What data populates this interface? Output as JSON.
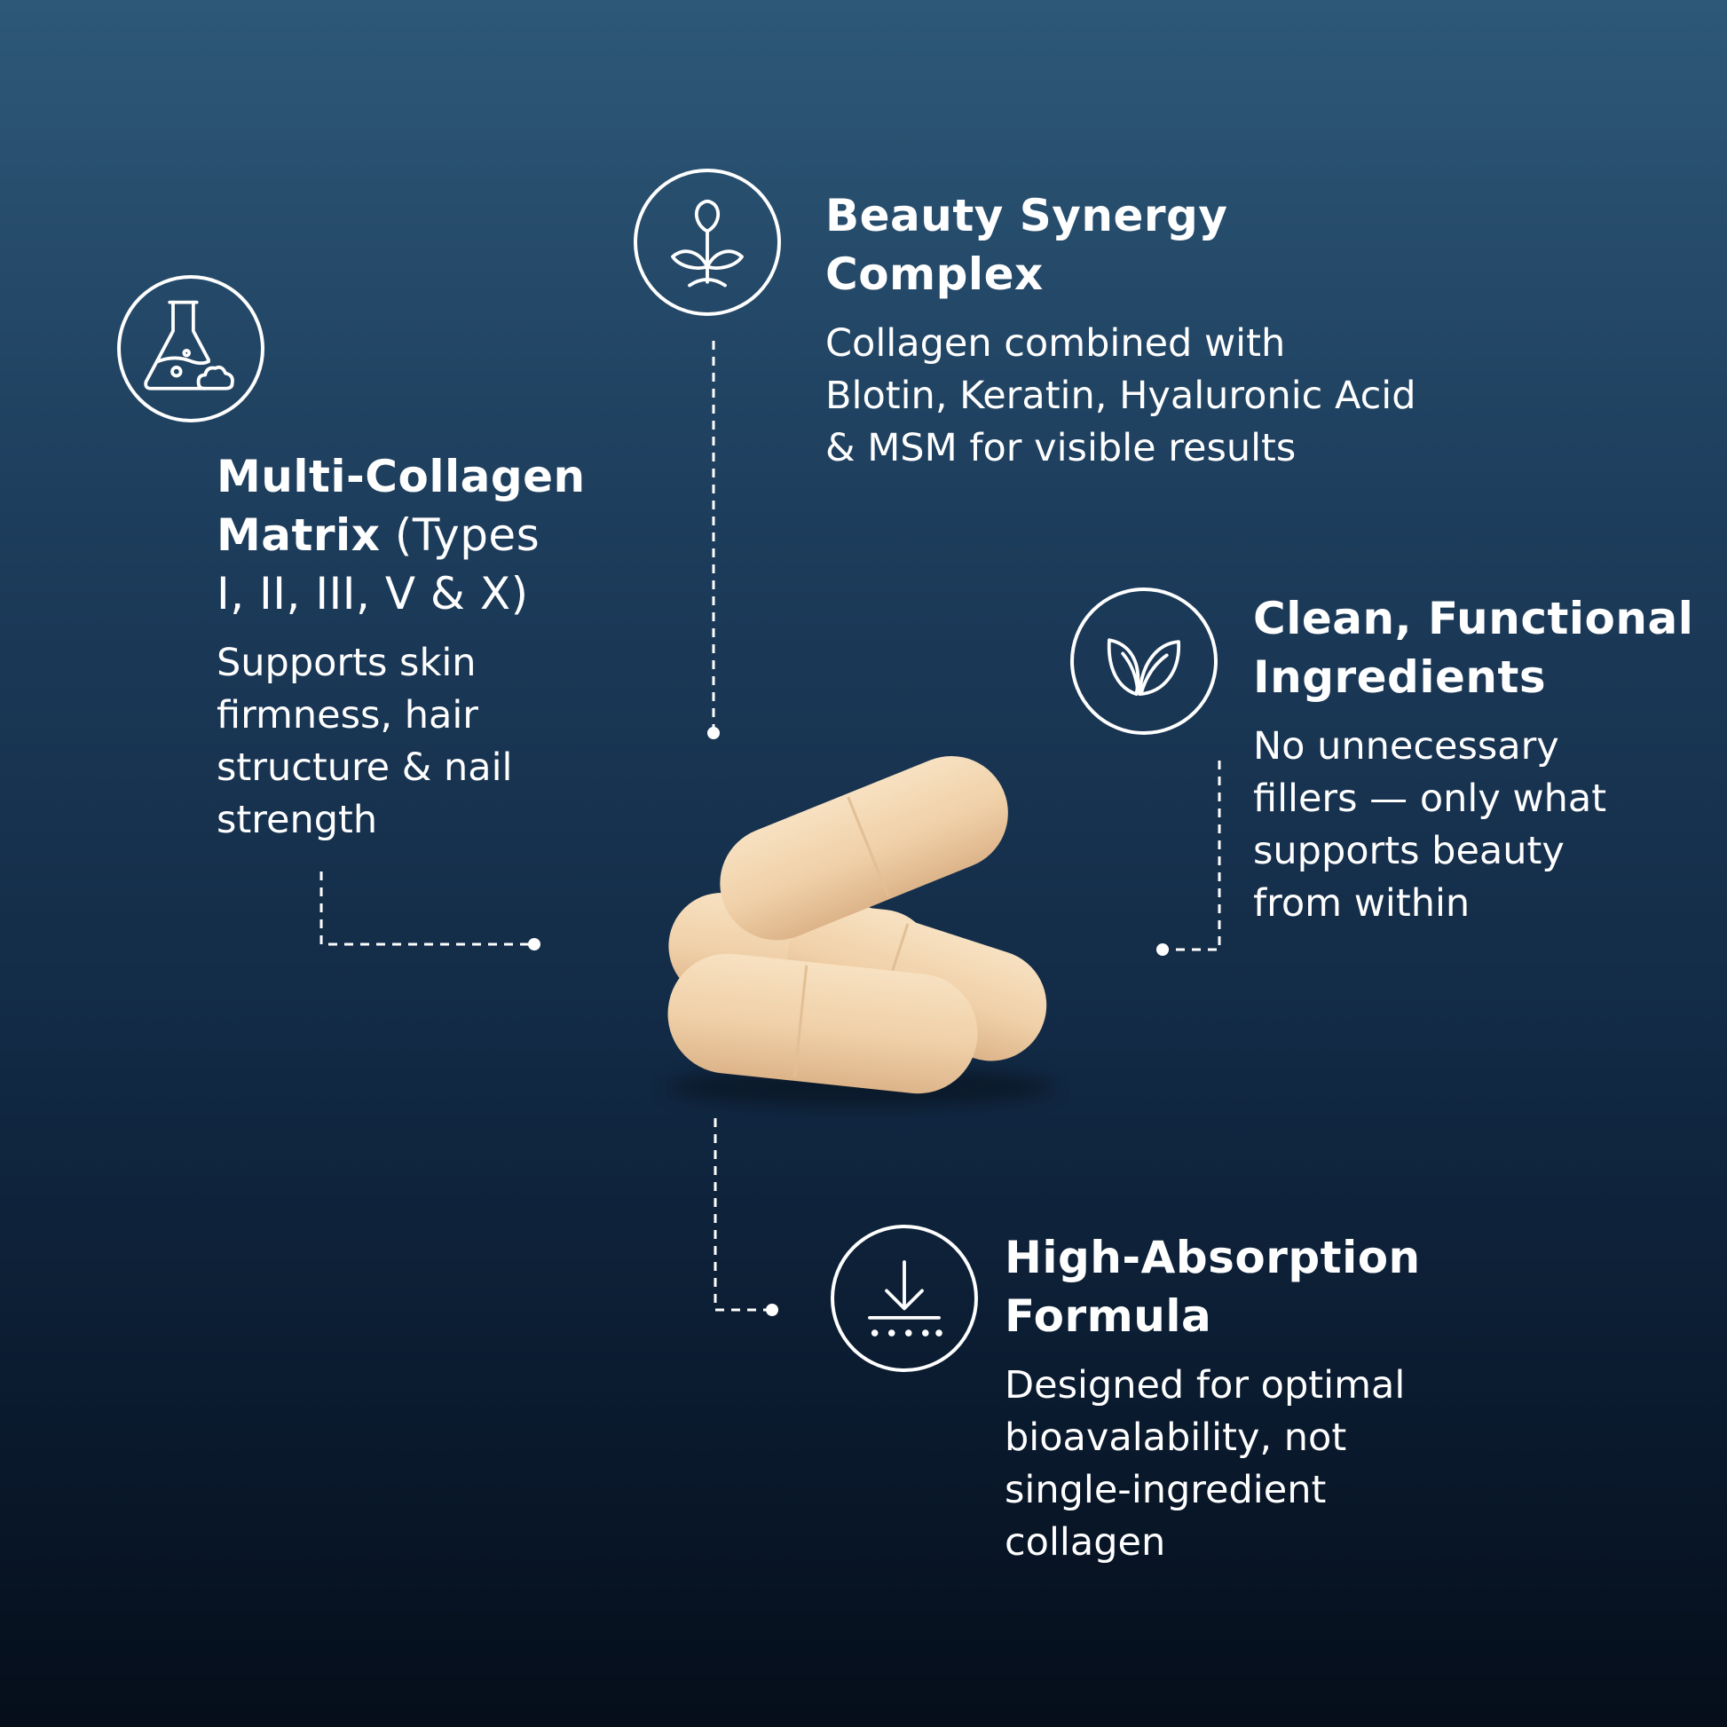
{
  "features": [
    {
      "id": "multi-collagen",
      "icon": "flask-icon",
      "title_bold_1": "Multi-Collagen",
      "title_bold_2": "Matrix",
      "title_light_2": " (Types",
      "title_light_3": "I, II, III, V & X)",
      "desc": [
        "Supports skin",
        "firmness, hair",
        "structure & nail",
        "strength"
      ]
    },
    {
      "id": "beauty-synergy",
      "icon": "sprout-icon",
      "title": [
        "Beauty Synergy",
        "Complex"
      ],
      "desc": [
        "Collagen combined with",
        "Blotin, Keratin, Hyaluronic Acid",
        "& MSM for visible results"
      ]
    },
    {
      "id": "clean-ingredients",
      "icon": "leaves-icon",
      "title": [
        "Clean, Functional",
        "Ingredients"
      ],
      "desc": [
        "No unnecessary",
        "fillers — only what",
        "supports beauty",
        "from within"
      ]
    },
    {
      "id": "high-absorption",
      "icon": "absorption-icon",
      "title": [
        "High-Absorption",
        "Formula"
      ],
      "desc": [
        "Designed for optimal",
        "bioavalability, not",
        "single-ingredient",
        "collagen"
      ]
    }
  ],
  "colors": {
    "background_top": "#2e5878",
    "background_bottom": "#050e1a",
    "capsule": "#f1d3ad",
    "line": "#ffffff"
  }
}
